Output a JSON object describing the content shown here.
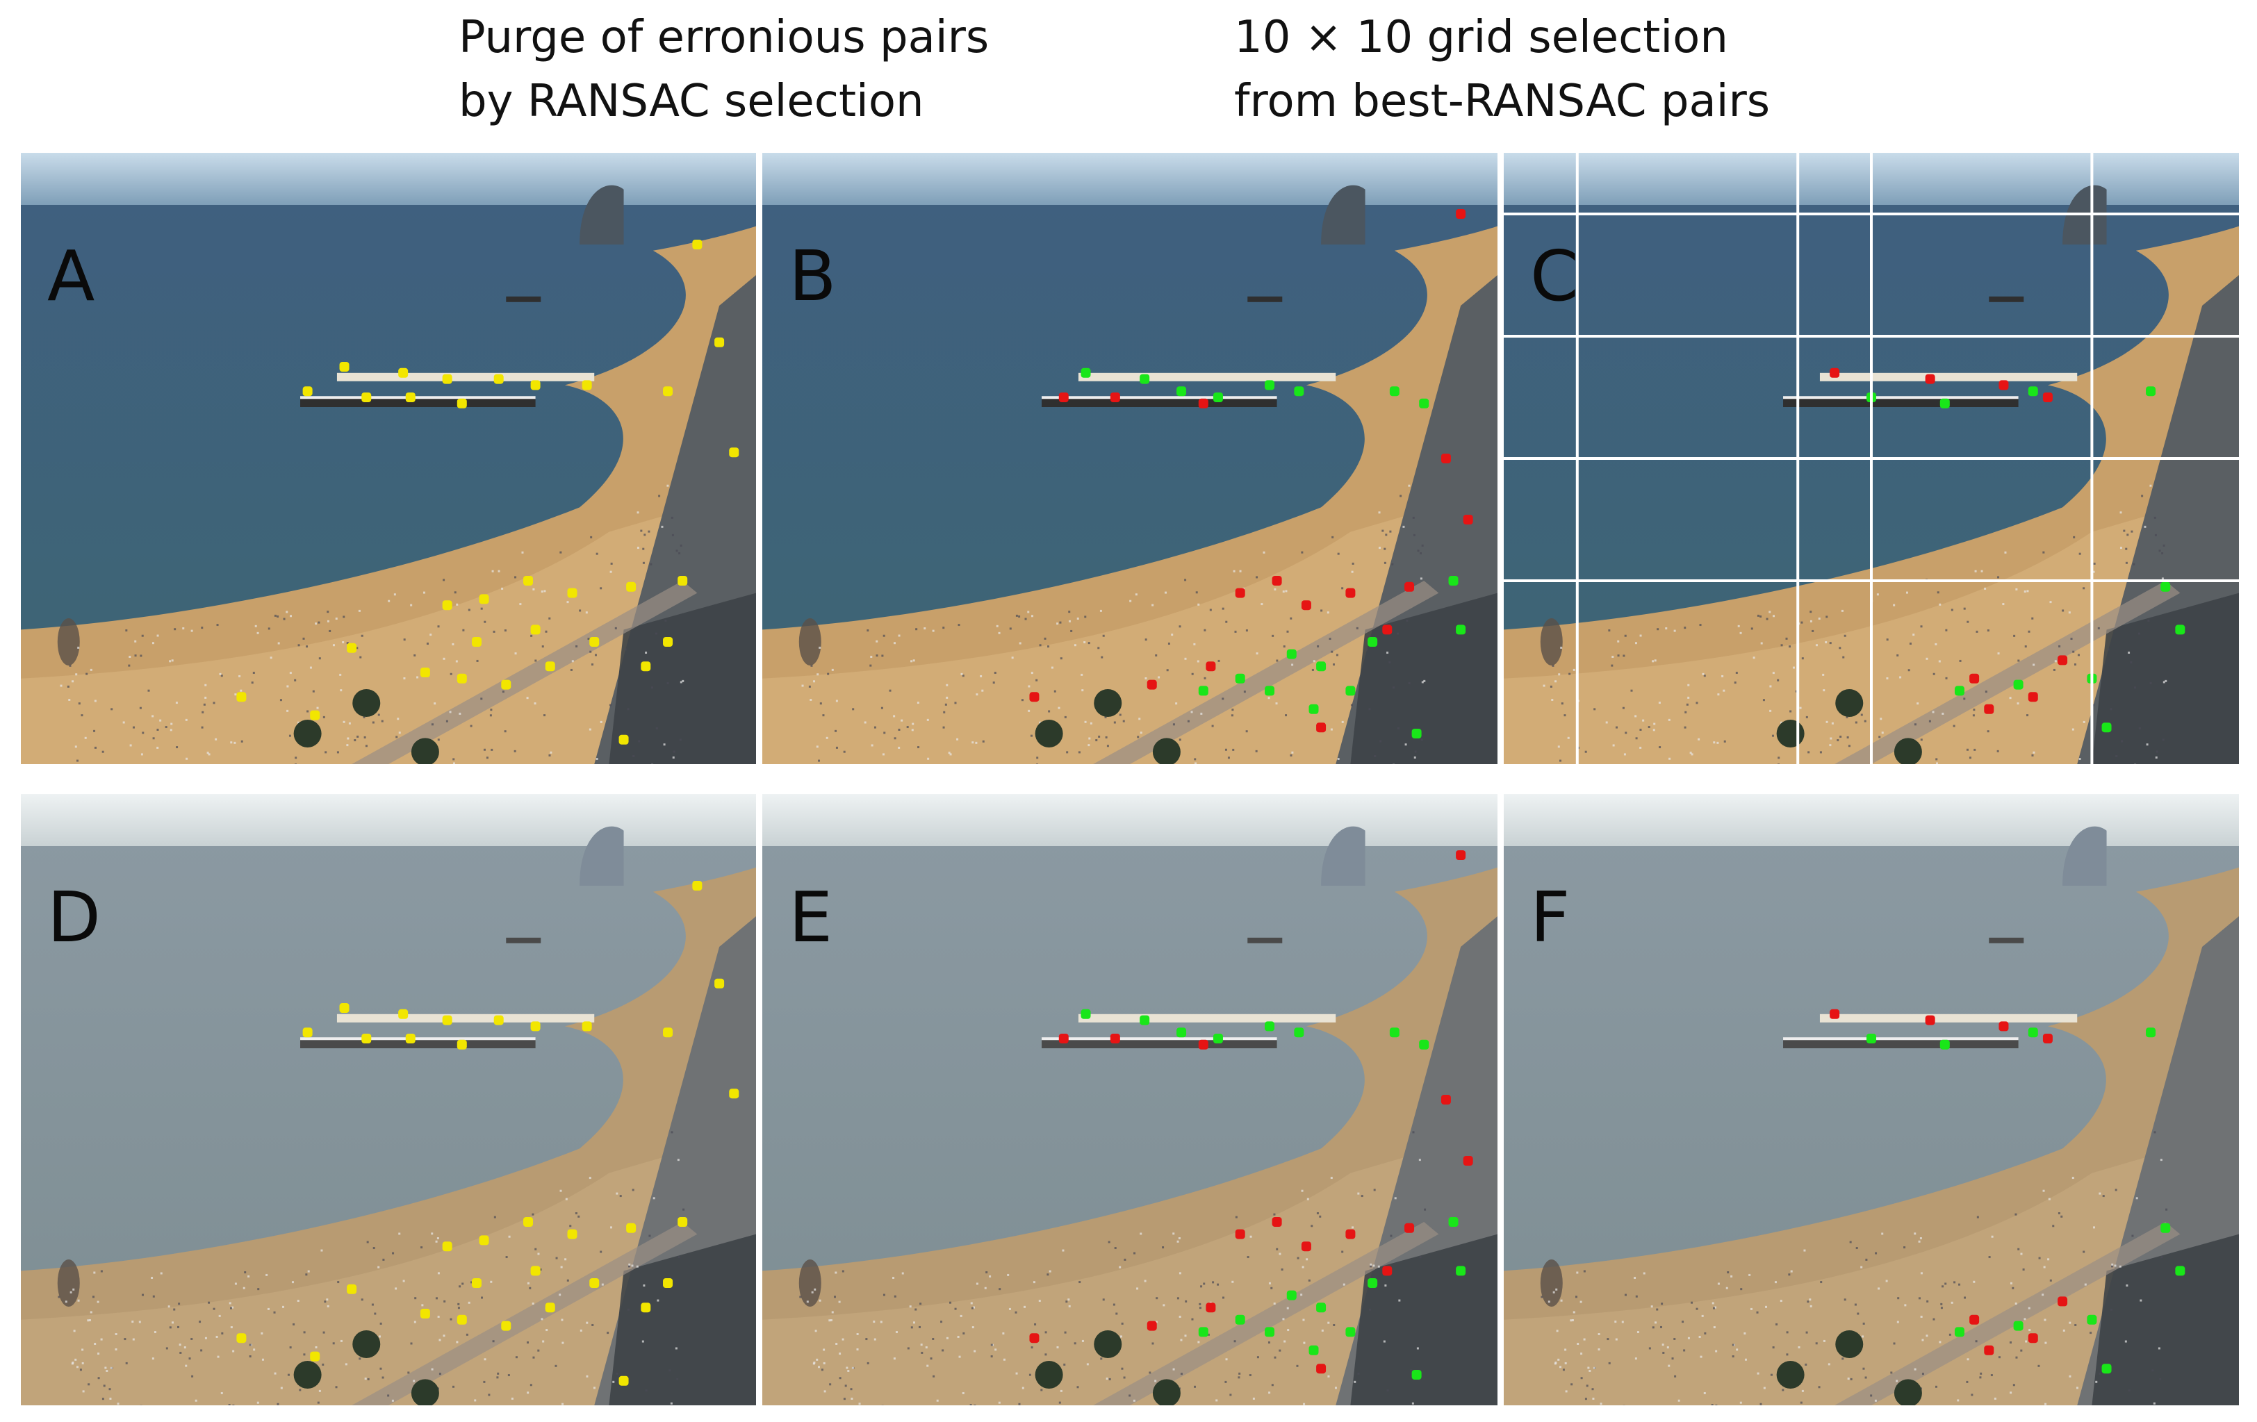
{
  "headings": {
    "left_line1": "Purge of erronious pairs",
    "left_line2": "by RANSAC selection",
    "right_line1": "10 × 10 grid selection",
    "right_line2": "from best-RANSAC pairs"
  },
  "panels": [
    {
      "label": "A",
      "scene": "day",
      "markers": "all"
    },
    {
      "label": "B",
      "scene": "day",
      "markers": "ransac"
    },
    {
      "label": "C",
      "scene": "day",
      "markers": "grid",
      "grid": true
    },
    {
      "label": "D",
      "scene": "haze",
      "markers": "all"
    },
    {
      "label": "E",
      "scene": "haze",
      "markers": "ransac"
    },
    {
      "label": "F",
      "scene": "haze",
      "markers": "grid"
    }
  ],
  "colors": {
    "candidate": "#f2e600",
    "inlier": "#19e619",
    "outlier": "#e61414",
    "grid_line": "#ffffff"
  }
}
